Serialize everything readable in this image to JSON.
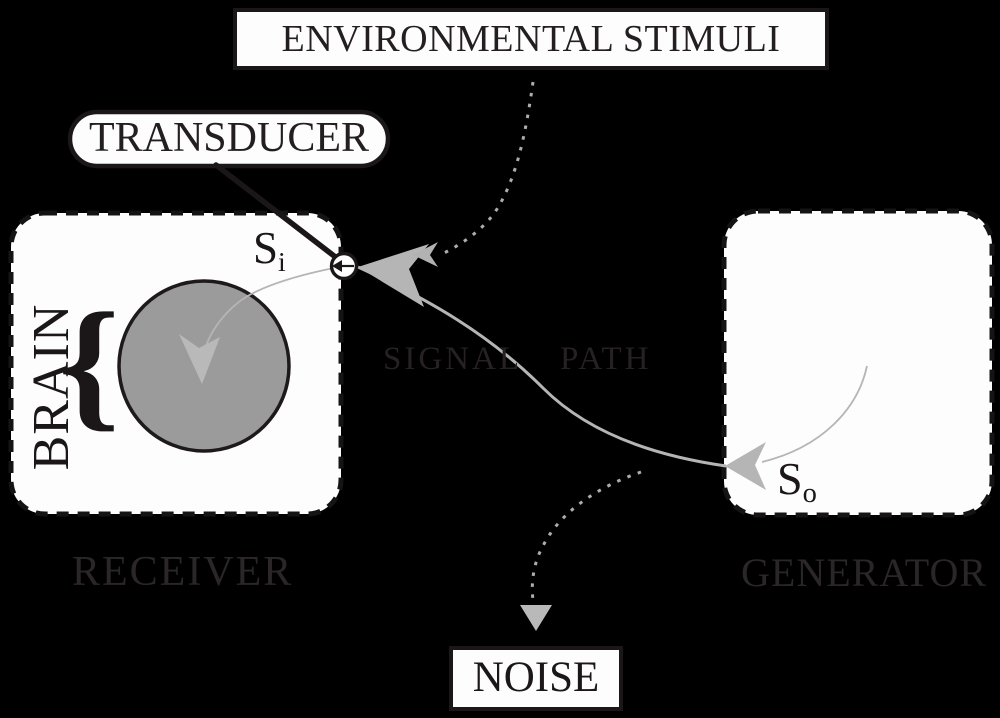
{
  "diagram": {
    "nodes": {
      "environmental_stimuli": {
        "label": "ENVIRONMENTAL STIMULI"
      },
      "transducer": {
        "label": "TRANSDUCER"
      },
      "receiver": {
        "label": "RECEIVER"
      },
      "generator": {
        "label": "GENERATOR"
      },
      "noise": {
        "label": "NOISE"
      },
      "brain": {
        "label": "BRAIN",
        "brace": "{"
      }
    },
    "annotations": {
      "signal_path": {
        "word1": "SIGNAL",
        "word2": "PATH"
      },
      "signal_input": {
        "symbol": "S",
        "subscript": "i"
      },
      "signal_output": {
        "symbol": "S",
        "subscript": "o"
      }
    },
    "colors": {
      "background": "#000000",
      "box_fill": "#fdfdfd",
      "stroke_black": "#1b1718",
      "dim_label_text": "#2b2627",
      "signal_path_text": "#262122",
      "signal_gray": "#b5b5b5",
      "dotted_gray": "#adadad",
      "brain_fill": "#9b9b9b"
    }
  }
}
